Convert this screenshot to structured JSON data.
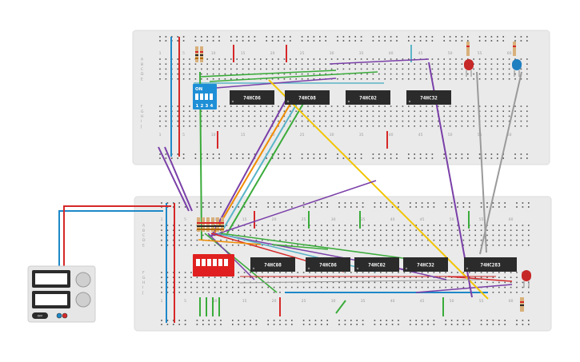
{
  "colors": {
    "background": "#ffffff",
    "breadboard": "#eaeaea",
    "rail_red": "#d62828",
    "rail_blue": "#1e88c8",
    "chip": "#2b2b2b",
    "dip_blue": "#1e8fd6",
    "dip_red": "#e02020",
    "wire_purple": "#7a3fa8",
    "wire_yellow": "#f2c500",
    "wire_green": "#3aab3a",
    "wire_orange": "#f08c00",
    "wire_teal": "#5ab4c8",
    "wire_red": "#d62828",
    "wire_blue": "#1e88c8",
    "wire_gray": "#9a9a9a",
    "led_red": "#c62828",
    "led_blue": "#1e7fc0",
    "psu_body": "#e6e6e6",
    "psu_display": "#2b2b2b"
  },
  "top_board": {
    "chips": [
      {
        "label": "74HC86"
      },
      {
        "label": "74HC08"
      },
      {
        "label": "74HC02"
      },
      {
        "label": "74HC32"
      }
    ],
    "dip_switch": {
      "on_label": "ON",
      "numbers": [
        "1",
        "2",
        "3",
        "4"
      ]
    },
    "column_numbers": [
      "1",
      "5",
      "10",
      "15",
      "20",
      "25",
      "30",
      "35",
      "40",
      "45",
      "50",
      "55",
      "60"
    ],
    "row_letters_upper": [
      "A",
      "B",
      "C",
      "D",
      "E"
    ],
    "row_letters_lower": [
      "F",
      "G",
      "H",
      "I",
      "J"
    ],
    "leds": [
      "red",
      "blue"
    ]
  },
  "bottom_board": {
    "chips": [
      {
        "label": "74HC08"
      },
      {
        "label": "74HC86"
      },
      {
        "label": "74HC02"
      },
      {
        "label": "74HC32"
      },
      {
        "label": "74HC283"
      }
    ],
    "dip_switch": {
      "positions": 6
    },
    "column_numbers": [
      "1",
      "5",
      "10",
      "15",
      "20",
      "25",
      "30",
      "35",
      "40",
      "45",
      "50",
      "55",
      "60"
    ],
    "row_letters_upper": [
      "A",
      "B",
      "C",
      "D",
      "E"
    ],
    "row_letters_lower": [
      "F",
      "G",
      "H",
      "I",
      "J"
    ],
    "leds": [
      "red"
    ]
  },
  "power_supply": {
    "button_label": "OFF"
  }
}
